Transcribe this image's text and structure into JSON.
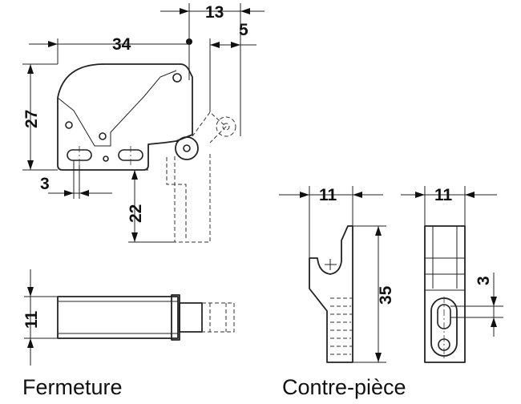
{
  "dimensions": {
    "width_34": "34",
    "height_27": "27",
    "offset_3": "3",
    "depth_22": "22",
    "offset_13": "13",
    "offset_5": "5",
    "height_11": "11",
    "width_11_left": "11",
    "width_11_right": "11",
    "height_35": "35",
    "slot_3": "3"
  },
  "captions": {
    "fermeture": "Fermeture",
    "contre_piece": "Contre-pièce"
  }
}
